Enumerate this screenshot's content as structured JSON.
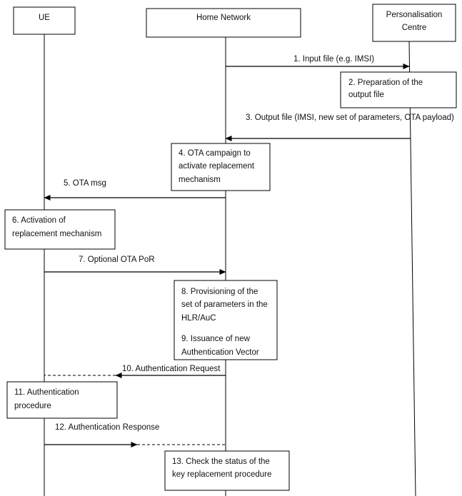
{
  "actors": {
    "ue": "UE",
    "home_network": "Home Network",
    "personalisation_centre": [
      "Personalisation",
      "Centre"
    ]
  },
  "steps": {
    "s1": "1.     Input file (e.g. IMSI)",
    "s2": [
      "2. Preparation of the",
      "output file"
    ],
    "s3": "3. Output file (IMSI, new set of parameters, OTA payload)",
    "s4": [
      "4. OTA campaign to",
      "activate replacement",
      "mechanism"
    ],
    "s5": "5. OTA msg",
    "s6": [
      "6. Activation of",
      "replacement mechanism"
    ],
    "s7": "7. Optional OTA PoR",
    "s8": [
      "8. Provisioning of the",
      "set of parameters in the",
      "HLR/AuC"
    ],
    "s9": [
      "9. Issuance of new",
      "Authentication Vector"
    ],
    "s10": "10. Authentication Request",
    "s11": [
      "11. Authentication",
      "procedure"
    ],
    "s12": "12. Authentication Response",
    "s13": [
      "13. Check the status of the",
      "key replacement procedure"
    ]
  }
}
